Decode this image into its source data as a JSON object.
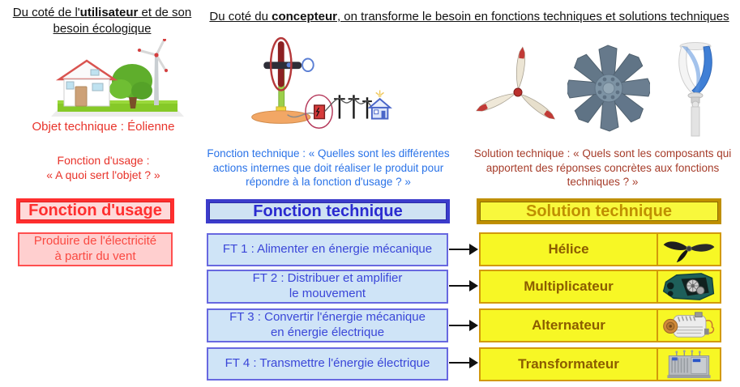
{
  "headers": {
    "user_side": {
      "prefix": "Du coté de l'",
      "bold": "utilisateur",
      "suffix": " et de son besoin écologique"
    },
    "designer_side": {
      "prefix": "Du coté du ",
      "bold": "concepteur",
      "suffix": ", on transforme le besoin en fonctions techniques et solutions techniques"
    }
  },
  "user_column": {
    "scene_image": "house-with-wind-turbine",
    "object_label": "Objet technique : Éolienne",
    "usage_question": "Fonction d'usage :\n« A quoi sert l'objet ? »",
    "box_header": "Fonction d'usage",
    "box_value": "Produire de l'électricité\nà partir du vent"
  },
  "function_column": {
    "schematic_image": "wind-turbine-to-grid-schematic",
    "caption": "Fonction technique : « Quelles sont les différentes actions internes que doit réaliser le produit pour répondre à la fonction d'usage ? »",
    "box_header": "Fonction technique",
    "items": [
      "FT 1 : Alimenter en énergie mécanique",
      "FT 2 : Distribuer et amplifier\nle mouvement",
      "FT 3 : Convertir l'énergie mécanique\nen énergie électrique",
      "FT 4 : Transmettre l'énergie électrique"
    ]
  },
  "solution_column": {
    "gallery_images": [
      "three-blade-propeller",
      "eight-blade-fan",
      "vertical-axis-wind-turbine"
    ],
    "caption": "Solution technique : « Quels sont les composants qui apportent des réponses concrètes aux fonctions techniques ? »",
    "box_header": "Solution technique",
    "items": [
      {
        "label": "Hélice",
        "icon": "propeller-icon"
      },
      {
        "label": "Multiplicateur",
        "icon": "gearbox-icon"
      },
      {
        "label": "Alternateur",
        "icon": "alternator-icon"
      },
      {
        "label": "Transformateur",
        "icon": "transformer-icon"
      }
    ]
  },
  "colors": {
    "usage_accent": "#ff2f2f",
    "usage_bg": "#ffd2d2",
    "function_accent": "#3c3ccb",
    "function_bg": "#cfe4f7",
    "function_text": "#3a46d8",
    "function_caption": "#2a73e8",
    "solution_border": "#bf8f00",
    "solution_bg": "#f8f832",
    "solution_text": "#8b5c00",
    "solution_caption": "#a63c2a"
  }
}
